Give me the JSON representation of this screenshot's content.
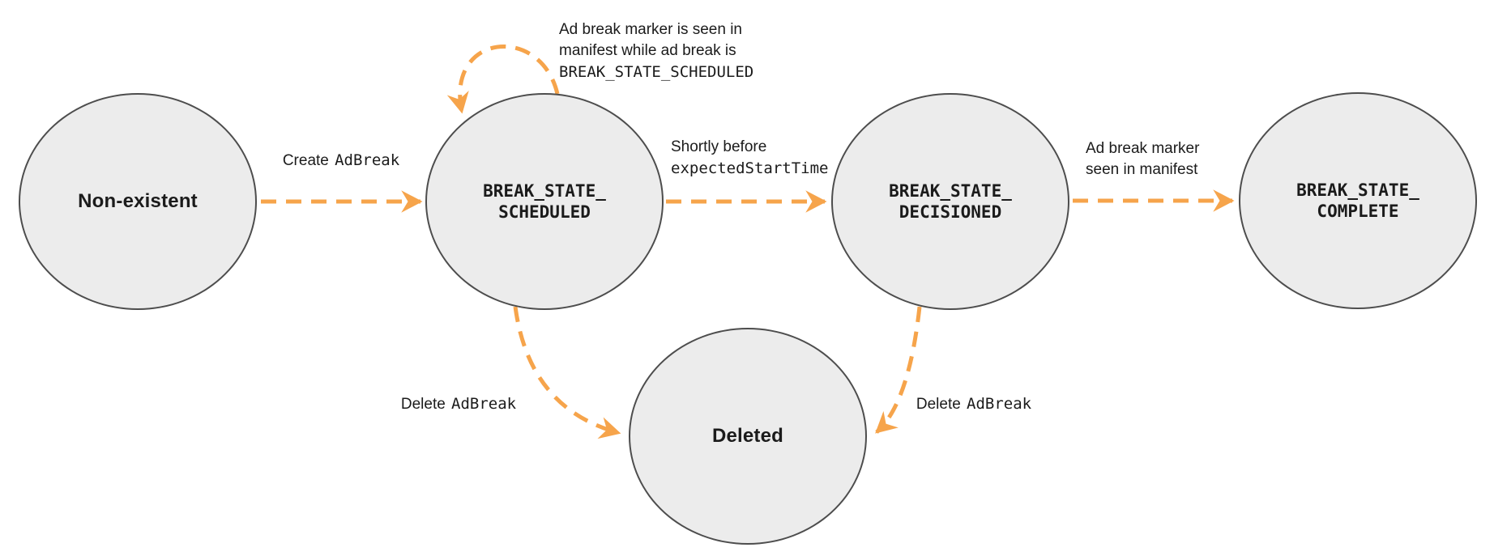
{
  "colors": {
    "accent": "#F6A44B",
    "node_fill": "#ECECEC",
    "node_border": "#4D4D4D",
    "text": "#1B1B1B"
  },
  "states": {
    "non_existent": {
      "label": "Non-existent"
    },
    "scheduled": {
      "line1": "BREAK_STATE_",
      "line2": "SCHEDULED"
    },
    "decisioned": {
      "line1": "BREAK_STATE_",
      "line2": "DECISIONED"
    },
    "complete": {
      "line1": "BREAK_STATE_",
      "line2": "COMPLETE"
    },
    "deleted": {
      "label": "Deleted"
    }
  },
  "edges": {
    "create": {
      "text_sans": "Create",
      "text_mono": "AdBreak"
    },
    "self_loop": {
      "line1": "Ad break marker is seen in",
      "line2": "manifest while ad break is",
      "line3_mono": "BREAK_STATE_SCHEDULED"
    },
    "to_decisioned": {
      "line1_sans": "Shortly before",
      "line2_mono": "expectedStartTime"
    },
    "to_complete": {
      "line1": "Ad break marker",
      "line2": "seen in manifest"
    },
    "delete_from_scheduled": {
      "text_sans": "Delete",
      "text_mono": "AdBreak"
    },
    "delete_from_decisioned": {
      "text_sans": "Delete",
      "text_mono": "AdBreak"
    }
  }
}
